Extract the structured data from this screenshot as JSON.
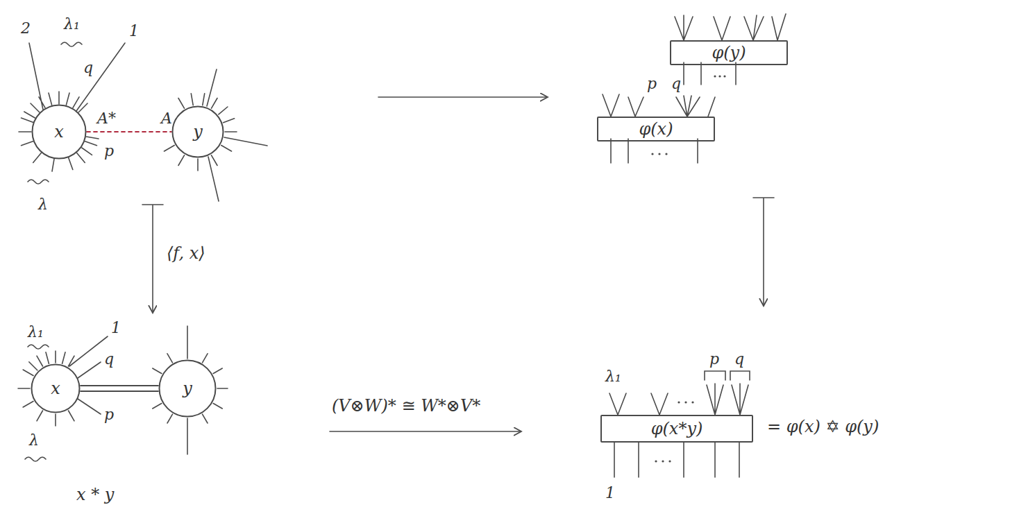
{
  "diagram": {
    "nodes": [
      {
        "text": [
          "x"
        ]
      },
      {
        "text": [
          "y"
        ]
      },
      {
        "text": [
          "φ(y)"
        ]
      },
      {
        "text": [
          "φ(x)"
        ]
      },
      {
        "text": [
          "x"
        ]
      },
      {
        "text": [
          "y"
        ]
      },
      {
        "text": [
          "φ(x*y)"
        ]
      }
    ],
    "edges": [
      {
        "from": 0,
        "to": 1,
        "arrow": "none"
      },
      {
        "from": 4,
        "to": 5,
        "arrow": "none"
      }
    ],
    "labels": [
      "2",
      "λ₁",
      "1",
      "q",
      "A*",
      "p",
      "λ",
      "A",
      "p",
      "q",
      "⟨f, x⟩",
      "λ₁",
      "1",
      "q",
      "p",
      "λ",
      "x * y",
      "(V⊗W)* ≅ W*⊗V*",
      "λ₁",
      "p",
      "q",
      "1",
      "= φ(x) ✡ φ(y)"
    ]
  }
}
